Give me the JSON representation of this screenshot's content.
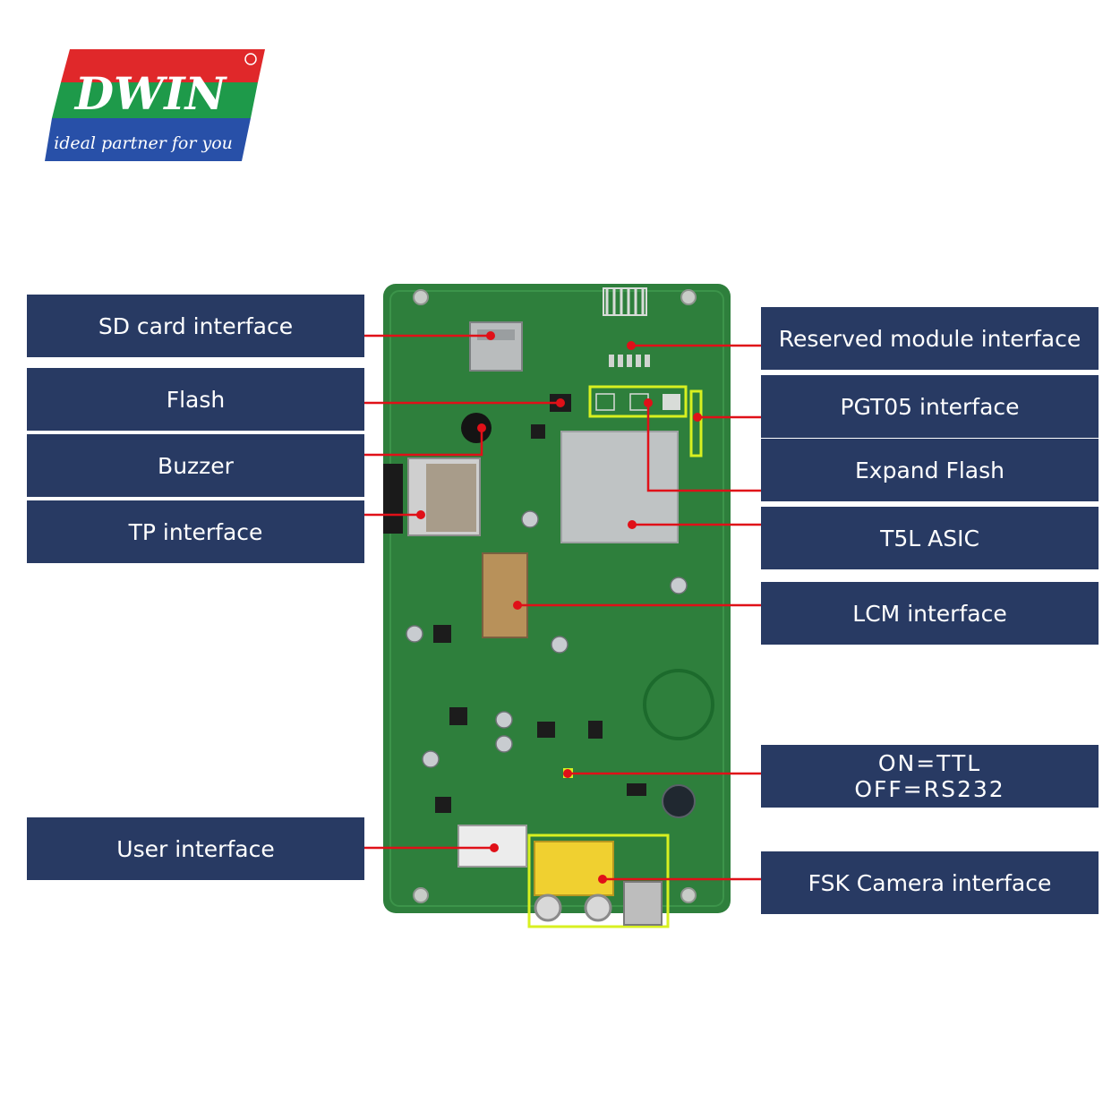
{
  "logo": {
    "brand": "DWIN",
    "tagline": "ideal partner for you"
  },
  "callouts": [
    {
      "id": "sd-card",
      "label": "SD card interface"
    },
    {
      "id": "flash",
      "label": "Flash"
    },
    {
      "id": "buzzer",
      "label": "Buzzer"
    },
    {
      "id": "tp",
      "label": "TP interface"
    },
    {
      "id": "user",
      "label": "User interface"
    },
    {
      "id": "reserved-module",
      "label": "Reserved module interface"
    },
    {
      "id": "pgt05",
      "label": "PGT05 interface"
    },
    {
      "id": "expand-flash",
      "label": "Expand Flash"
    },
    {
      "id": "t5l-asic",
      "label": "T5L ASIC"
    },
    {
      "id": "lcm",
      "label": "LCM interface"
    },
    {
      "id": "ttl-switch",
      "label": "ON=TTL\nOFF=RS232"
    },
    {
      "id": "fsk-camera",
      "label": "FSK Camera interface"
    }
  ],
  "colors": {
    "callout_bg": "#283a63",
    "leader_line": "#e01018",
    "pcb": "#2e7f3c",
    "highlight": "#d8f020"
  }
}
